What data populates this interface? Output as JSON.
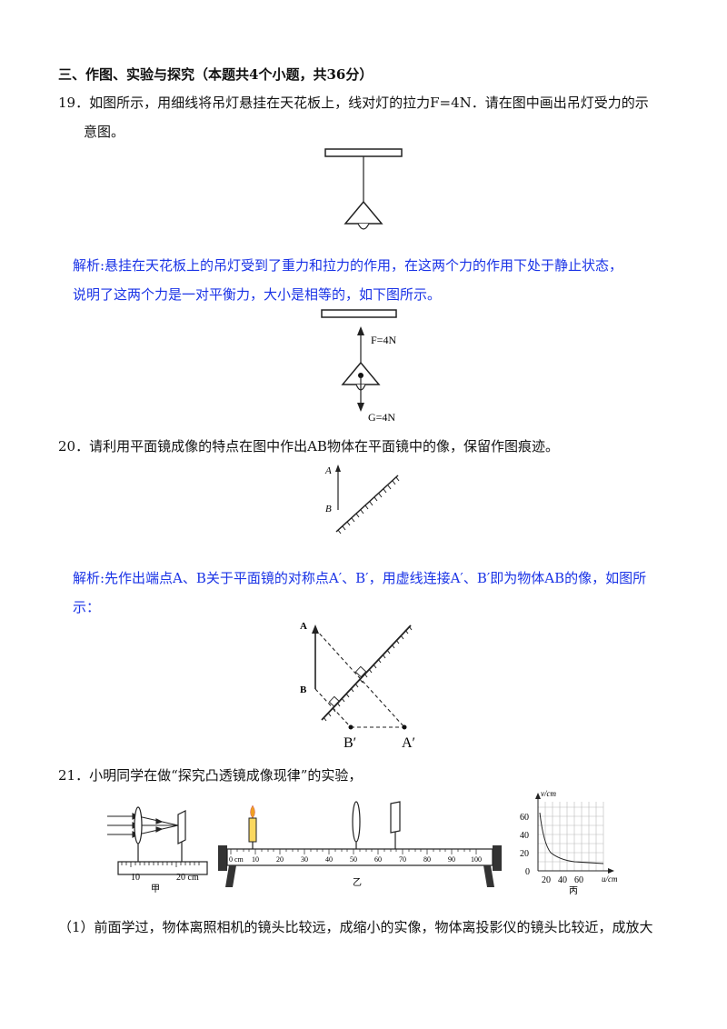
{
  "section_title": "三、作图、实验与探究（本题共4个小题，共36分）",
  "q19": {
    "line1": "19．如图所示，用细线将吊灯悬挂在天花板上，线对灯的拉力F=4N．请在图中画出吊灯受力的示",
    "line2": "意图。",
    "analysis_line1": "解析:悬挂在天花板上的吊灯受到了重力和拉力的作用，在这两个力的作用下处于静止状态，",
    "analysis_line2": "说明了这两个力是一对平衡力，大小是相等的，如下图所示。",
    "force_up_label": "F=4N",
    "force_down_label": "G=4N"
  },
  "q20": {
    "line1": "20．请利用平面镜成像的特点在图中作出AB物体在平面镜中的像，保留作图痕迹。",
    "label_a": "A",
    "label_b": "B",
    "analysis_line1": "解析:先作出端点A、B关于平面镜的对称点A′、B′，用虚线连接A′、B′即为物体AB的像，如图所",
    "analysis_line2": "示：",
    "label_a2": "A",
    "label_b2": "B",
    "label_a_prime": "A′",
    "label_b_prime": "B′"
  },
  "q21": {
    "line1": "21．小明同学在做“探究凸透镜成像现律”的实验，",
    "fig_jia": {
      "ticks": [
        "10",
        "20 cm"
      ],
      "caption": "甲"
    },
    "fig_yi": {
      "ticks": [
        "0 cm",
        "10",
        "20",
        "30",
        "40",
        "50",
        "60",
        "70",
        "80",
        "90",
        "100"
      ],
      "caption": "乙"
    },
    "fig_bing": {
      "y_axis_label": "v/cm",
      "x_axis_label": "u/cm",
      "y_ticks": [
        "60",
        "40",
        "20",
        "0"
      ],
      "x_ticks": [
        "20",
        "40",
        "60"
      ],
      "caption": "丙"
    },
    "part1_line1": "（1）前面学过，物体离照相机的镜头比较远，成缩小的实像，物体离投影仪的镜头比较近，成放大"
  }
}
